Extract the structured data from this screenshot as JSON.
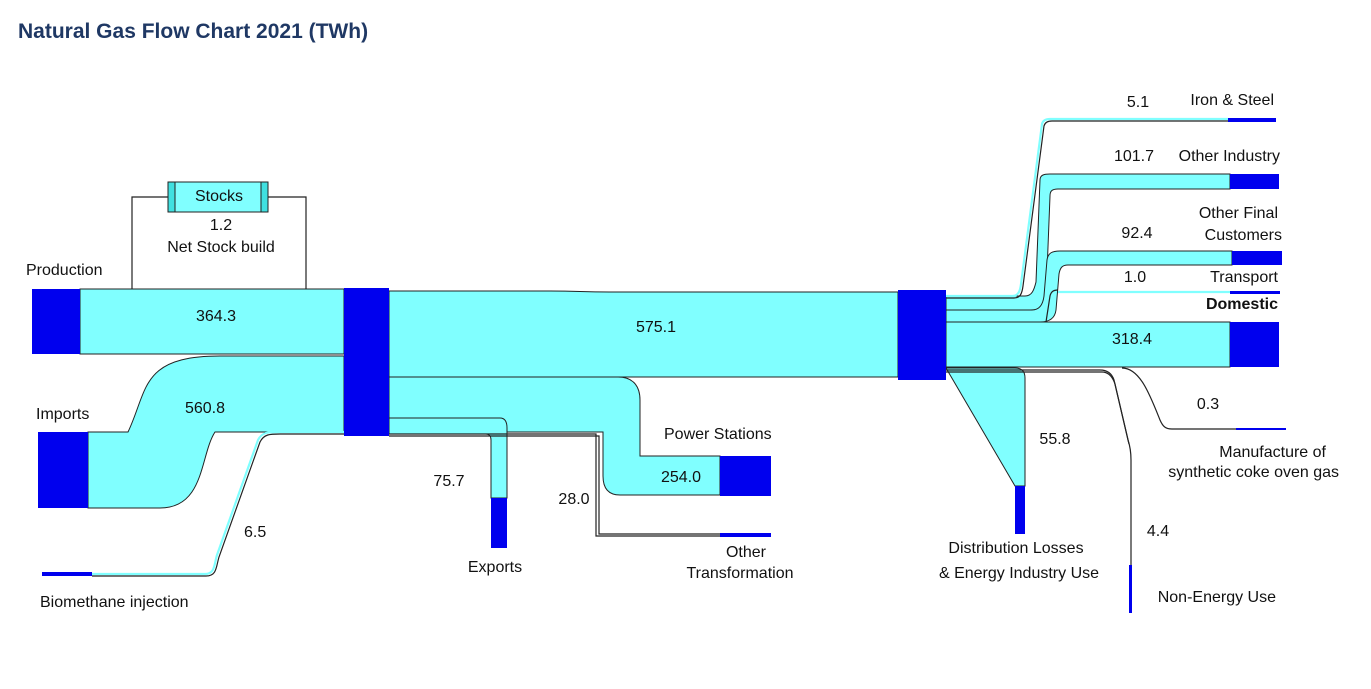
{
  "title": "Natural Gas Flow Chart 2021 (TWh)",
  "colors": {
    "flow": "#80ffff",
    "node": "#0000ee",
    "title": "#1f3864",
    "stocks_box": "#40e0e0"
  },
  "sources": {
    "production": {
      "label": "Production",
      "value": "364.3"
    },
    "imports": {
      "label": "Imports",
      "value": "560.8"
    },
    "biomethane": {
      "label": "Biomethane injection",
      "value": "6.5"
    }
  },
  "stocks": {
    "label": "Stocks",
    "value": "1.2",
    "caption": "Net Stock build"
  },
  "supply": {
    "value": "575.1"
  },
  "transformation_outputs": {
    "exports": {
      "label": "Exports",
      "value": "75.7"
    },
    "power_stations": {
      "label": "Power Stations",
      "value": "254.0"
    },
    "other_transformation": {
      "label_line1": "Other",
      "label_line2": "Transformation",
      "value": "28.0"
    }
  },
  "final_uses": {
    "iron_steel": {
      "label": "Iron & Steel",
      "value": "5.1"
    },
    "other_industry": {
      "label": "Other Industry",
      "value": "101.7"
    },
    "other_final": {
      "label_line1": "Other Final",
      "label_line2": "Customers",
      "value": "92.4"
    },
    "transport": {
      "label": "Transport",
      "value": "1.0"
    },
    "domestic": {
      "label": "Domestic",
      "value": "318.4"
    },
    "coke_oven": {
      "label_line1": "Manufacture of",
      "label_line2": "synthetic coke oven gas",
      "value": "0.3"
    },
    "distribution_losses": {
      "label_line1": "Distribution Losses",
      "label_line2": "& Energy Industry Use",
      "value": "55.8"
    },
    "non_energy": {
      "label": "Non-Energy Use",
      "value": "4.4"
    }
  }
}
